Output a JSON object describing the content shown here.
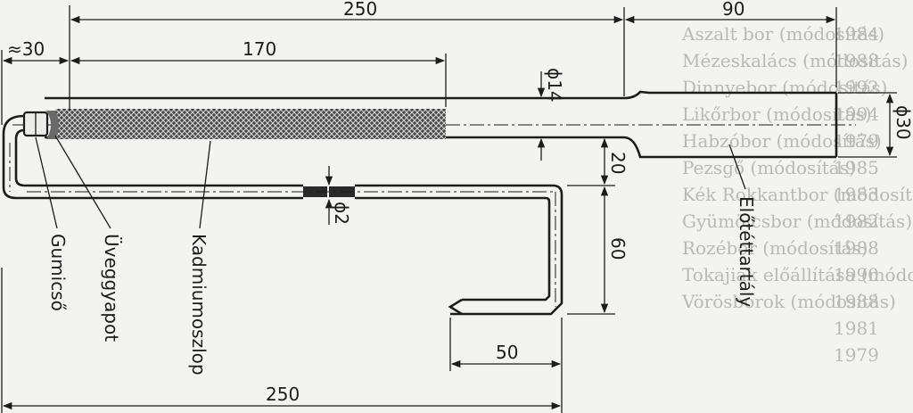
{
  "background_text": {
    "lines": [
      "Aszalt bor (módosítás)",
      "Mézeskalács (módosítás)",
      "Dinnyebor (módosítás)",
      "Likőrbor (módosítás)",
      "Habzóbor (módosítás)",
      "Pezsgő (módosítás)",
      "Kék Rokkantbor (módosítás)",
      "Gyümölcsbor (módosítás)",
      "Rozébor (módosítás)",
      "Tokajiak előállítása (módosítás)",
      "Vörösborok (módosítás)"
    ],
    "years": [
      "1984",
      "1988",
      "1992",
      "1994",
      "1979",
      "1985",
      "1983",
      "1982",
      "1988",
      "1990",
      "1988",
      "1981",
      "1979"
    ]
  },
  "dimensions": {
    "total_length_top": "250",
    "vessel_length": "90",
    "left_offset": "≈30",
    "cadmium_length": "170",
    "tube_diameter": "ϕ14",
    "vessel_diameter": "ϕ30",
    "capillary_diameter": "ϕ2",
    "vertical_gap": "20",
    "outlet_height": "60",
    "outlet_width": "50",
    "total_length_bottom": "250"
  },
  "labels": {
    "rubber_tube": "Gumicső",
    "glass_wool": "Üveggyapot",
    "cadmium_column": "Kadmiumoszlop",
    "reservoir": "Előtéttartály"
  }
}
